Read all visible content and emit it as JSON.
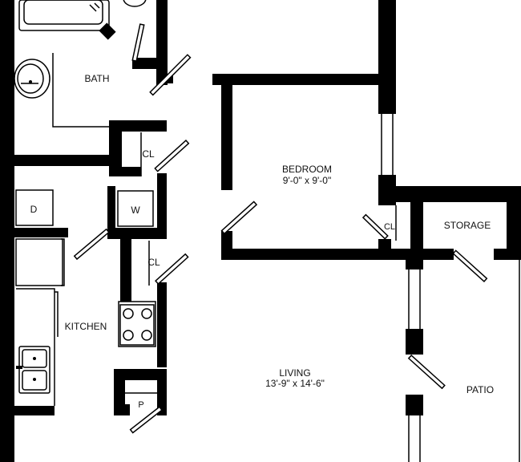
{
  "rooms": {
    "bath": {
      "label": "BATH"
    },
    "bedroom": {
      "label": "BEDROOM",
      "size": "9'-0\" x 9'-0\""
    },
    "living": {
      "label": "LIVING",
      "size": "13'-9\" x 14'-6\""
    },
    "kitchen": {
      "label": "KITCHEN"
    },
    "storage": {
      "label": "STORAGE"
    },
    "patio": {
      "label": "PATIO"
    },
    "closet_bath": {
      "label": "CL"
    },
    "closet_kitchen": {
      "label": "CL"
    },
    "closet_bedroom": {
      "label": "CL"
    }
  },
  "appliances": {
    "dryer": {
      "label": "D"
    },
    "washer": {
      "label": "W"
    },
    "pantry": {
      "label": "P"
    }
  }
}
